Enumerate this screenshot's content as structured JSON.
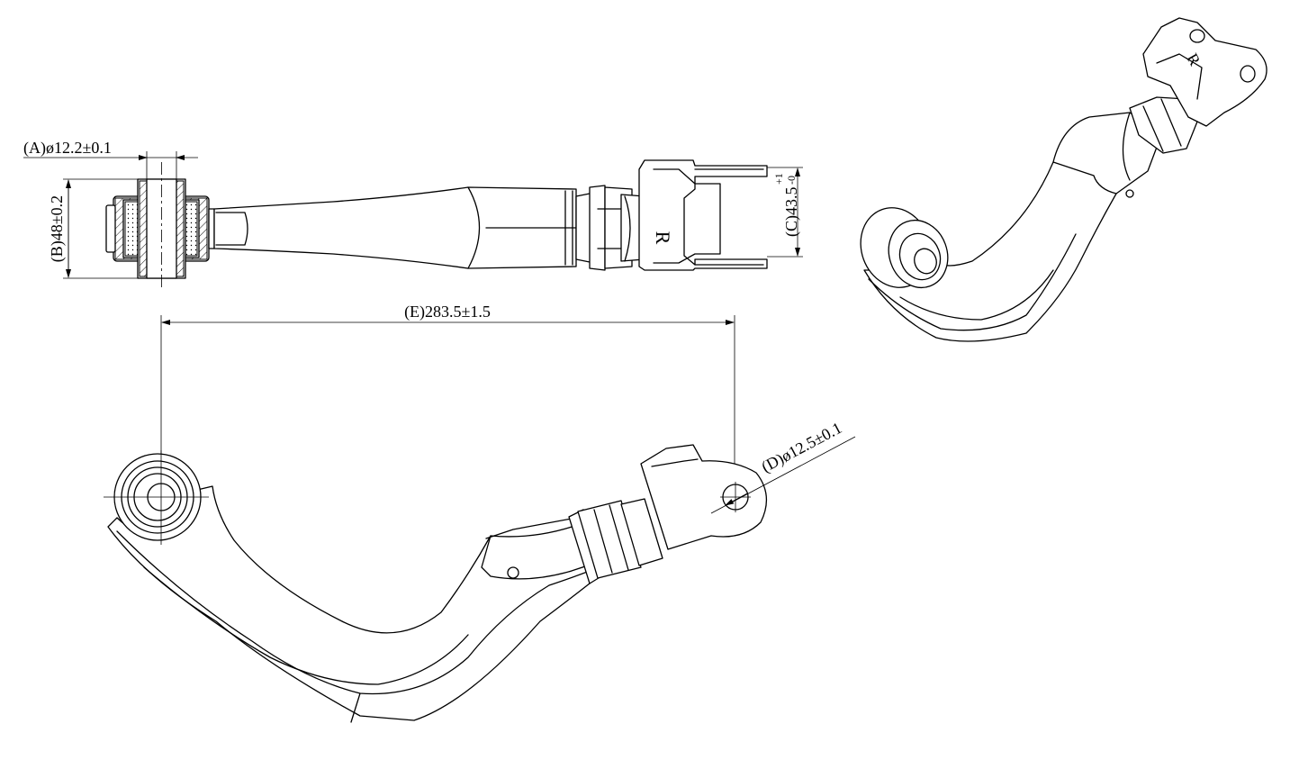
{
  "dimensions": {
    "a": "(A)ø12.2±0.1",
    "b": "(B)48±0.2",
    "c_main": "(C)43.5",
    "c_tol_upper": "+1",
    "c_tol_lower": "-0",
    "d": "(D)ø12.5±0.1",
    "e": "(E)283.5±1.5"
  },
  "side_marks": {
    "top_view": "R",
    "iso_view": "R"
  }
}
